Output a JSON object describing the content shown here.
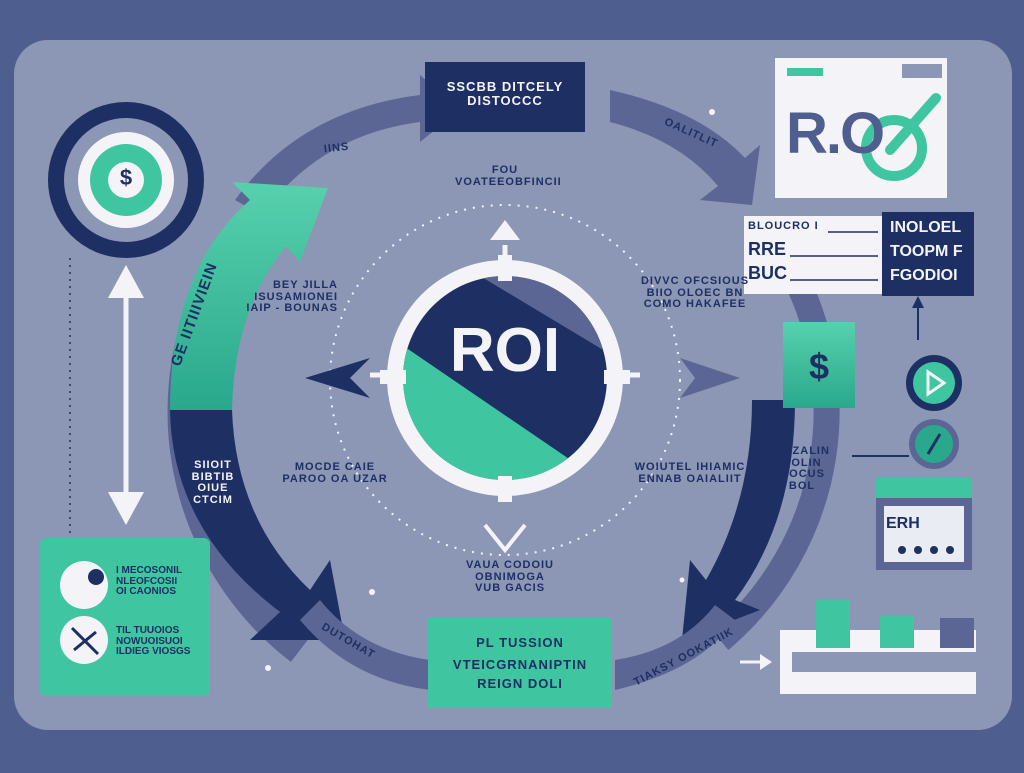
{
  "colors": {
    "background": "#4e5e8e",
    "panel": "#8c96b5",
    "navy": "#1e2f63",
    "teal": "#3fc6a1",
    "teal_dark": "#2aa88c",
    "slate": "#5b6694",
    "white": "#f4f4f8"
  },
  "center": {
    "label": "ROI"
  },
  "top_box": {
    "line1": "SSCBB DITCELY",
    "line2": "DISTOCCC"
  },
  "arc_labels": {
    "top_left": "IINS",
    "top_right": "OALITLIT",
    "left_band": "GE IITIIIVIEIN",
    "bottom_left": "DUTOHAT",
    "bottom_right": "TIAKSY OOKATIIK"
  },
  "inner_top": {
    "line1": "FOU",
    "line2": "VOATEEOBFINCII"
  },
  "inner_left": {
    "line1": "BEY JILLA",
    "line2": "ISUSAMIONEI",
    "line3": "IAIP - BOUNAS"
  },
  "inner_right": {
    "line1": "DIVVC OFCSIOUS",
    "line2": "BIIO OLOEC BN",
    "line3": "COMO HAKAFEE"
  },
  "inner_bottom_left": {
    "line1": "MOCDE CAIE",
    "line2": "PAROO OA UZAR"
  },
  "inner_bottom_right": {
    "line1": "WOIUTEL IHIAMIC",
    "line2": "ENNAB OAIALIIT"
  },
  "inner_bottom": {
    "line1": "VAUA CODOIU",
    "line2": "OBNIMOGA",
    "line3": "VUB GACIS"
  },
  "left_band_lower": {
    "line1": "SIIOIT",
    "line2": "BIBTIB",
    "line3": "OIUE",
    "line4": "CTCIM"
  },
  "right_band_lower": {
    "line1": "COZALIN",
    "line2": "DOLIN",
    "line3": "MOCUS",
    "line4": "BOL"
  },
  "bottom_box": {
    "line1": "PL TUSSION",
    "line2": "VTEICGRNANIPTIN",
    "line3": "REIGN DOLI"
  },
  "roi_card": {
    "letters": "R.O"
  },
  "table_rows": [
    {
      "left": "BLOUCRO I",
      "right": "INOLOEL"
    },
    {
      "left": "RRE",
      "right": "TOOPM F"
    },
    {
      "left": "BUC",
      "right": "FGODIOI"
    }
  ],
  "legend_card": {
    "row1_title": "I MECOSONIL",
    "row1_sub": "NLEOFCOSII",
    "row1_sub2": "OI CAONIOS",
    "row2_title": "TIL TUUOIOS",
    "row2_sub": "NOWUOISUOI",
    "row2_sub2": "ILDIEG VIOSGS"
  },
  "icons": {
    "dollar_circle": "$",
    "dollar_bar": "$",
    "mini_panel_label": "ERH"
  }
}
